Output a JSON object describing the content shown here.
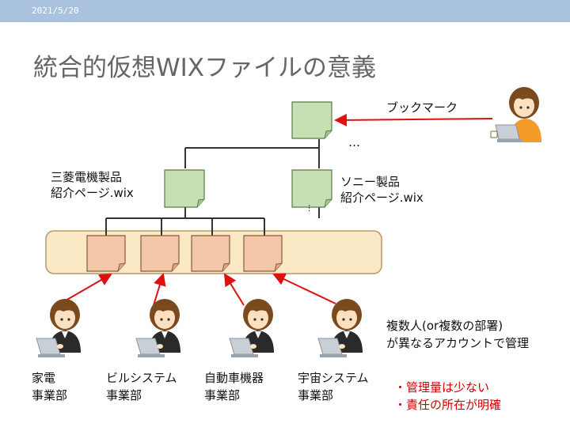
{
  "slide": {
    "date": "2021/5/20",
    "title": "統合的仮想WIXファイルの意義"
  },
  "labels": {
    "bookmark": "ブックマーク",
    "ellipsis_top": "…",
    "ellipsis_mid": "…",
    "mitsubishi_line1": "三菱電機製品",
    "mitsubishi_line2": "紹介ページ.wix",
    "sony_line1": "ソニー製品",
    "sony_line2": "紹介ページ.wix",
    "multi_line1": "複数人(or複数の部署)",
    "multi_line2": "が異なるアカウントで管理",
    "benefit1": "・管理量は少ない",
    "benefit2": "・責任の所在が明確"
  },
  "departments": [
    {
      "line1": "家電",
      "line2": "事業部"
    },
    {
      "line1": "ビルシステム",
      "line2": "事業部"
    },
    {
      "line1": "自動車機器",
      "line2": "事業部"
    },
    {
      "line1": "宇宙システム",
      "line2": "事業部"
    }
  ],
  "colors": {
    "topbar": "#a9c3df",
    "green_doc": "#c6e0b4",
    "orange_doc": "#f4c7a8",
    "container": "#fbe8c4",
    "arrow_red": "#dd1111"
  }
}
